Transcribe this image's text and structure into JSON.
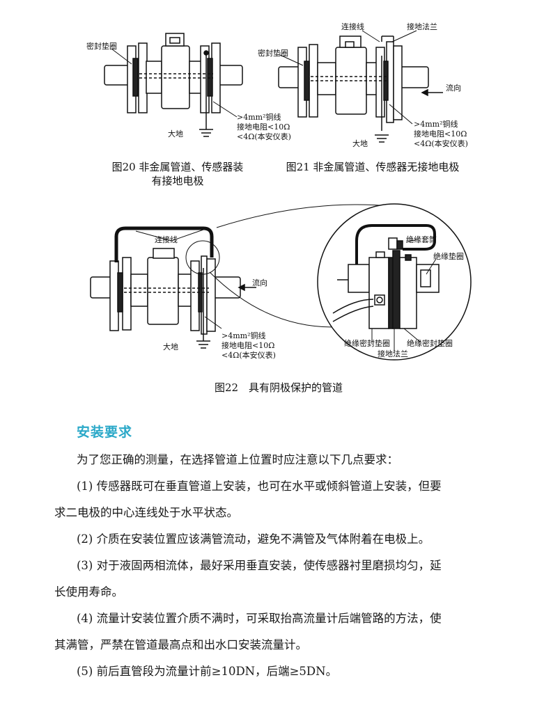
{
  "figure20": {
    "labels": {
      "gasket": "密封垫圈",
      "wire": ">4mm²铜线",
      "resistance": "接地电阻<10Ω",
      "meter": "<4Ω(本安仪表)",
      "ground": "大地"
    },
    "caption_line1": "图20 非金属管道、传感器装",
    "caption_line2": "有接地电极"
  },
  "figure21": {
    "labels": {
      "connector": "连接线",
      "flange": "接地法兰",
      "gasket": "密封垫圈",
      "flow": "流向",
      "wire": ">4mm²铜线",
      "resistance": "接地电阻<10Ω",
      "meter": "<4Ω(本安仪表)",
      "ground": "大地"
    },
    "caption": "图21 非金属管道、传感器无接地电极"
  },
  "figure22": {
    "labels": {
      "connector": "连接线",
      "flow": "流向",
      "wire": ">4mm²铜线",
      "resistance": "接地电阻<10Ω",
      "meter": "<4Ω(本安仪表)",
      "ground": "大地",
      "sleeve": "绝缘套筒",
      "insul_gasket": "绝缘垫圈",
      "insul_seal_left": "绝缘密封垫圈",
      "insul_seal_right": "绝缘密封垫圈",
      "flange": "接地法兰"
    },
    "caption": "图22　具有阴极保护的管道"
  },
  "section": {
    "title": "安装要求",
    "intro": "为了您正确的测量，在选择管道上位置时应注意以下几点要求：",
    "item1_line1": "(1) 传感器既可在垂直管道上安装，也可在水平或倾斜管道上安装，但要",
    "item1_line2": "求二电极的中心连线处于水平状态。",
    "item2": "(2) 介质在安装位置应该满管流动，避免不满管及气体附着在电极上。",
    "item3_line1": "(3) 对于液固两相流体，最好采用垂直安装，使传感器衬里磨损均匀，延",
    "item3_line2": "长使用寿命。",
    "item4_line1": "(4) 流量计安装位置介质不满时，可采取抬高流量计后端管路的方法，使",
    "item4_line2": "其满管，严禁在管道最高点和出水口安装流量计。",
    "item5": "(5) 前后直管段为流量计前≥10DN，后端≥5DN。"
  }
}
